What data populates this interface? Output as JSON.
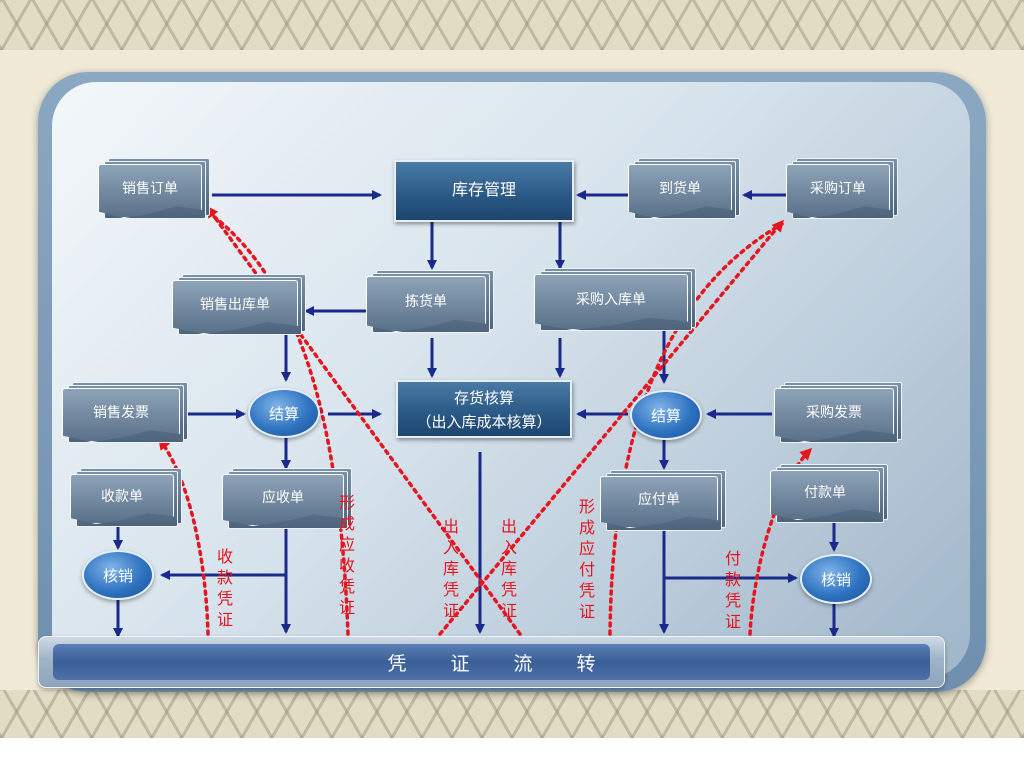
{
  "nodes": {
    "sales_order": "销售订单",
    "inventory_mgmt": "库存管理",
    "arrival": "到货单",
    "purchase_order": "采购订单",
    "sales_outbound": "销售出库单",
    "picking": "拣货单",
    "purchase_inbound": "采购入库单",
    "sales_invoice": "销售发票",
    "settle_left": "结算",
    "inventory_accounting_line1": "存货核算",
    "inventory_accounting_line2": "（出入库成本核算）",
    "settle_right": "结算",
    "purchase_invoice": "采购发票",
    "receipt": "收款单",
    "receivable": "应收单",
    "payable": "应付单",
    "payment": "付款单",
    "writeoff_left": "核销",
    "writeoff_right": "核销"
  },
  "annotations": {
    "receipt_voucher": "收款凭证",
    "form_receivable_voucher": "形成应收凭证",
    "io_voucher_left": "出入库凭证",
    "io_voucher_right": "出入库凭证",
    "form_payable_voucher": "形成应付凭证",
    "payment_voucher": "付款凭证"
  },
  "bottom_bar": [
    "凭",
    "证",
    "流",
    "转"
  ],
  "colors": {
    "arrow": "#1a2a8c",
    "dotted": "#e8141e",
    "box": "#2a5885"
  }
}
